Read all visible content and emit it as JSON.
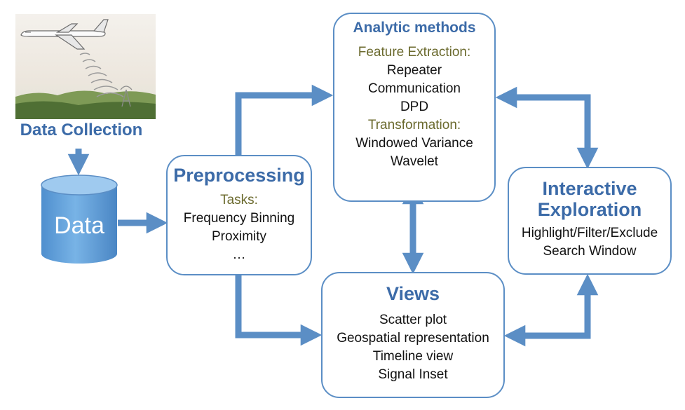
{
  "data_collection": {
    "title": "Data Collection",
    "database_label": "Data"
  },
  "analytic_methods": {
    "title": "Analytic methods",
    "feature_heading": "Feature Extraction:",
    "feature_items": [
      "Repeater",
      "Communication",
      "DPD"
    ],
    "transform_heading": "Transformation:",
    "transform_items": [
      "Windowed Variance",
      "Wavelet"
    ]
  },
  "preprocessing": {
    "title": "Preprocessing",
    "tasks_heading": "Tasks:",
    "items": [
      "Frequency Binning",
      "Proximity",
      "…"
    ]
  },
  "views": {
    "title": "Views",
    "items": [
      "Scatter plot",
      "Geospatial representation",
      "Timeline view",
      "Signal Inset"
    ]
  },
  "interactive_exploration": {
    "title_lines": [
      "Interactive",
      "Exploration"
    ],
    "items": [
      "Highlight/Filter/Exclude",
      "Search Window"
    ]
  },
  "colors": {
    "arrow": "#5b8ec5",
    "box_border": "#5b8ec5",
    "title_text": "#3c6ba8",
    "subheading_text": "#6b6a2e",
    "database_fill": "#5d9bd6"
  },
  "icons": {
    "airplane": "airplane-icon",
    "radar_tower": "radar-tower-icon",
    "database": "database-cylinder-icon"
  }
}
